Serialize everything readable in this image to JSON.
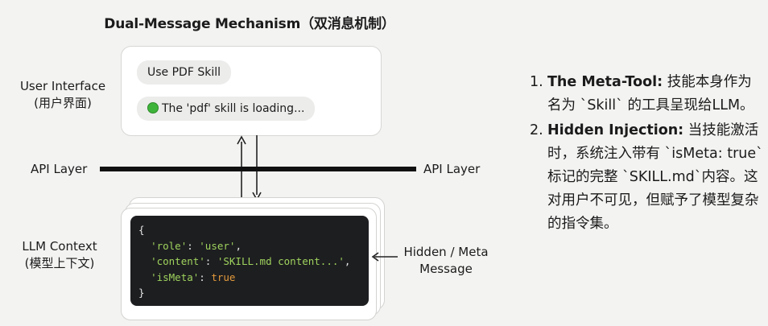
{
  "title": "Dual-Message Mechanism（双消息机制）",
  "labels": {
    "user_interface": [
      "User Interface",
      "(用户界面)"
    ],
    "api_left": "API Layer",
    "api_right": "API Layer",
    "llm_context": [
      "LLM Context",
      "(模型上下文)"
    ],
    "hidden_meta": [
      "Hidden / Meta",
      "Message"
    ]
  },
  "ui_messages": {
    "user": "Use PDF Skill",
    "status": "The 'pdf' skill is loading..."
  },
  "code": {
    "open": "{",
    "role_key": "'role'",
    "role_val": "'user'",
    "content_key": "'content'",
    "content_val": "'SKILL.md content...'",
    "meta_key": "'isMeta'",
    "meta_val": "true",
    "close": "}"
  },
  "colors": {
    "background": "#f3f3f2",
    "code_bg": "#1d1e20",
    "code_string": "#9fd35d",
    "code_keyword": "#e39a3b",
    "status_dot": "#3fb43a"
  },
  "icons": [
    "green-status-dot-icon",
    "up-arrow-icon",
    "down-arrow-icon",
    "left-arrow-icon"
  ],
  "points": [
    {
      "num": "1.",
      "heading": "The Meta-Tool:",
      "text": "技能本身作为名为 `Skill` 的工具呈现给LLM。"
    },
    {
      "num": "2.",
      "heading": "Hidden Injection:",
      "text": "当技能激活时，系统注入带有 `isMeta: true`标记的完整 `SKILL.md`内容。这对用户不可见，但赋予了模型复杂的指令集。"
    }
  ]
}
